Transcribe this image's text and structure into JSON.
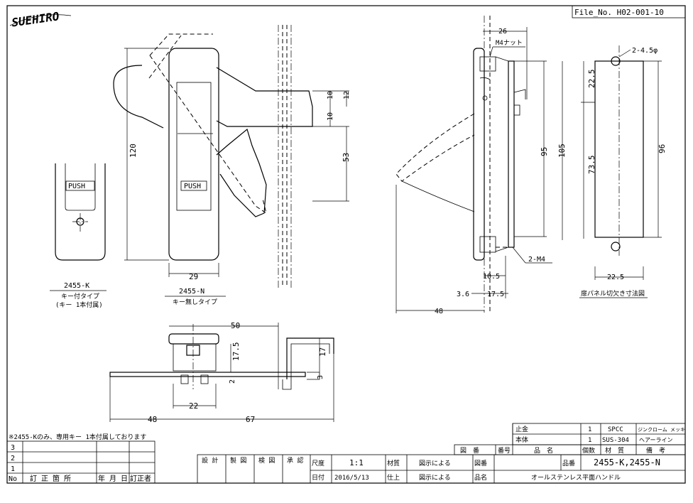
{
  "logo": "SUEHIRO",
  "file_no": "File_No.  H02-001-10",
  "push_label": "PUSH",
  "models": {
    "k": {
      "name": "2455-K",
      "type": "キー付タイプ",
      "note": "(キー 1本付属)"
    },
    "n": {
      "name": "2455-N",
      "type": "キー無しタイプ"
    }
  },
  "dims": {
    "d120": "120",
    "d29": "29",
    "d10a": "10",
    "d10b": "10",
    "d12": "12",
    "d53": "53",
    "d26": "26",
    "m4nut": "M4ナット",
    "d95": "95",
    "d105": "105",
    "d2m4": "2-M4",
    "d10_5": "10.5",
    "d3_6": "3.6",
    "d17_5s": "17.5",
    "d48s": "48",
    "d22_5top": "22.5",
    "d73_5": "73.5",
    "d96": "96",
    "d22_5bot": "22.5",
    "d2_45": "2-4.5φ",
    "cutout": "扉パネル切欠き寸法図",
    "d50": "50",
    "d17_5b": "17.5",
    "d17": "17",
    "d2": "2",
    "d3": "3",
    "d22": "22",
    "d48b": "48",
    "d67": "67"
  },
  "key_note": "※2455-Kのみ、専用キー 1本付属しております",
  "revisions": {
    "rows": [
      "3",
      "2",
      "1"
    ],
    "headers": [
      "No",
      "訂 正 箇 所",
      "年 月 日",
      "訂正者"
    ]
  },
  "parts": {
    "rows": [
      {
        "label": "止金",
        "qty": "1",
        "material": "SPCC",
        "remark": "ジンクローム メッキ"
      },
      {
        "label": "本体",
        "qty": "1",
        "material": "SUS-304",
        "remark": "ヘアーライン"
      }
    ],
    "headers": [
      "図　番",
      "番号",
      "品　名",
      "個数",
      "材　質",
      "備　考"
    ]
  },
  "title_block": {
    "roles": [
      "設 計",
      "製 図",
      "検 図",
      "承 認"
    ],
    "scale_label": "尺度",
    "scale": "1:1",
    "material_label": "材質",
    "material": "図示による",
    "date_label": "日付",
    "date": "2016/5/13",
    "finish_label": "仕上",
    "finish": "図示による",
    "drawing_no_label": "図番",
    "drawing_no_label2": "品番",
    "product_no": "2455-K,2455-N",
    "product_label": "品名",
    "product_name": "オールステンレス平面ハンドル"
  }
}
